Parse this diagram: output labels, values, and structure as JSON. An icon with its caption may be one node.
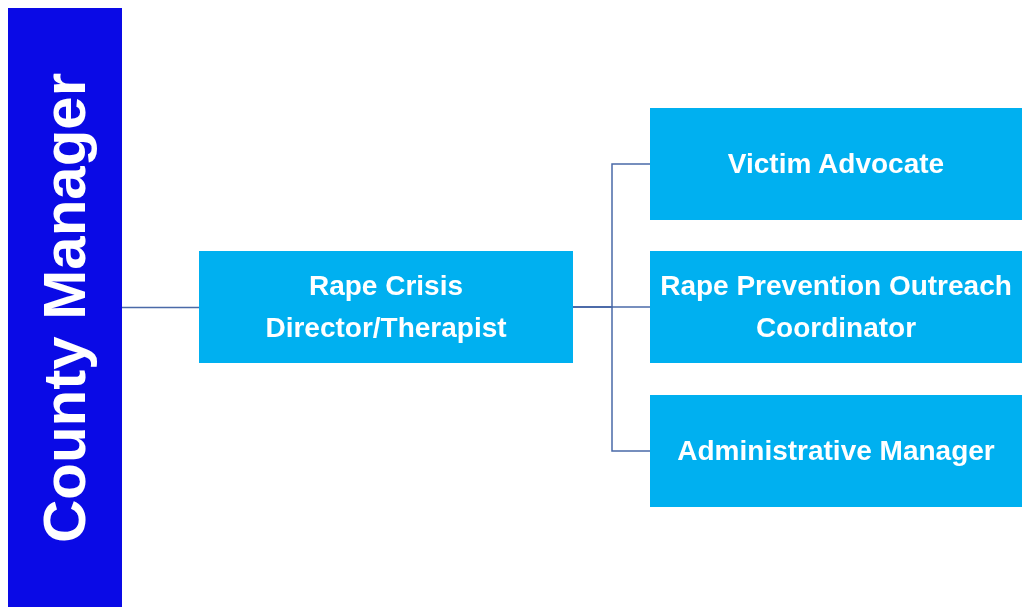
{
  "diagram": {
    "nodes": [
      {
        "text": [
          "County Manager"
        ]
      },
      {
        "text": [
          "Rape Crisis Director/Therapist"
        ]
      },
      {
        "text": [
          "Victim Advocate"
        ]
      },
      {
        "text": [
          "Rape Prevention Outreach Coordinator"
        ]
      },
      {
        "text": [
          "Administrative Manager"
        ]
      }
    ],
    "edges": [
      {
        "from": 0,
        "to": 1,
        "arrow": "none"
      },
      {
        "from": 1,
        "to": 2,
        "arrow": "none"
      },
      {
        "from": 1,
        "to": 3,
        "arrow": "none"
      },
      {
        "from": 1,
        "to": 4,
        "arrow": "none"
      }
    ]
  }
}
